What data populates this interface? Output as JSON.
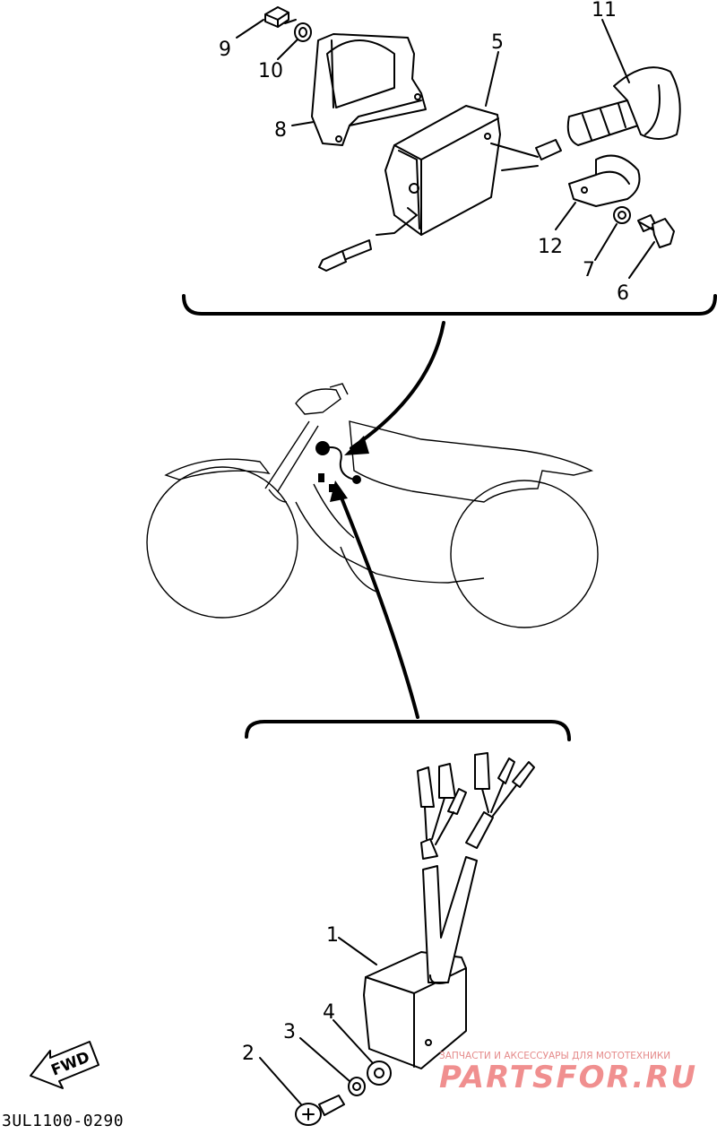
{
  "callouts": {
    "c1": "1",
    "c2": "2",
    "c3": "3",
    "c4": "4",
    "c5": "5",
    "c6": "6",
    "c7": "7",
    "c8": "8",
    "c9": "9",
    "c10": "10",
    "c11": "11",
    "c12": "12"
  },
  "fwd_label": "FWD",
  "diagram_code": "3UL1100-0290",
  "watermark": {
    "subtitle": "ЗАПЧАСТИ И АКСЕССУАРЫ ДЛЯ МОТОТЕХНИКИ",
    "brand": "PARTSFOR.RU",
    "color": "#f08f8f"
  }
}
